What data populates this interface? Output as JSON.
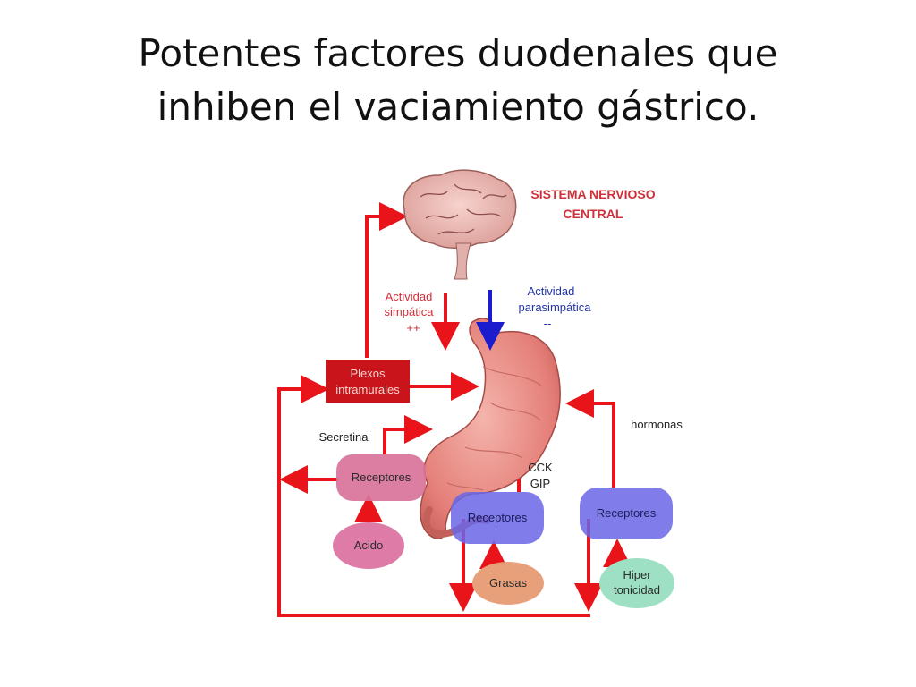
{
  "slide": {
    "title_line1": "Potentes factores duodenales que",
    "title_line2": "inhiben el vaciamiento gástrico."
  },
  "diagram": {
    "cns_label_1": "SISTEMA NERVIOSO",
    "cns_label_2": "CENTRAL",
    "sympathetic_1": "Actividad",
    "sympathetic_2": "simpática",
    "sympathetic_3": "++",
    "parasympathetic_1": "Actividad",
    "parasympathetic_2": "parasimpática",
    "parasympathetic_3": "--",
    "plexus_1": "Plexos",
    "plexus_2": "intramurales",
    "secretin": "Secretina",
    "hormones": "hormonas",
    "cck": "CCK",
    "gip": "GIP",
    "receptor_acid": "Receptores",
    "receptor_fat": "Receptores",
    "receptor_hyper": "Receptores",
    "acid": "Acido",
    "fats": "Grasas",
    "hyper_1": "Hiper",
    "hyper_2": "tonicidad",
    "colors": {
      "arrow_red": "#e8141a",
      "arrow_blue": "#1c1ccf",
      "label_red": "#d0303a",
      "label_blue": "#2233aa",
      "plexus_box": "#c8141a",
      "receptor_pink": "#d9739a",
      "receptor_blue": "#6a66e6",
      "acid_pink": "#de7ca7",
      "fats_peach": "#e8a07a",
      "hyper_green": "#9ee0c4",
      "brain": "#e9b6b0",
      "stomach": "#e98f86"
    }
  }
}
